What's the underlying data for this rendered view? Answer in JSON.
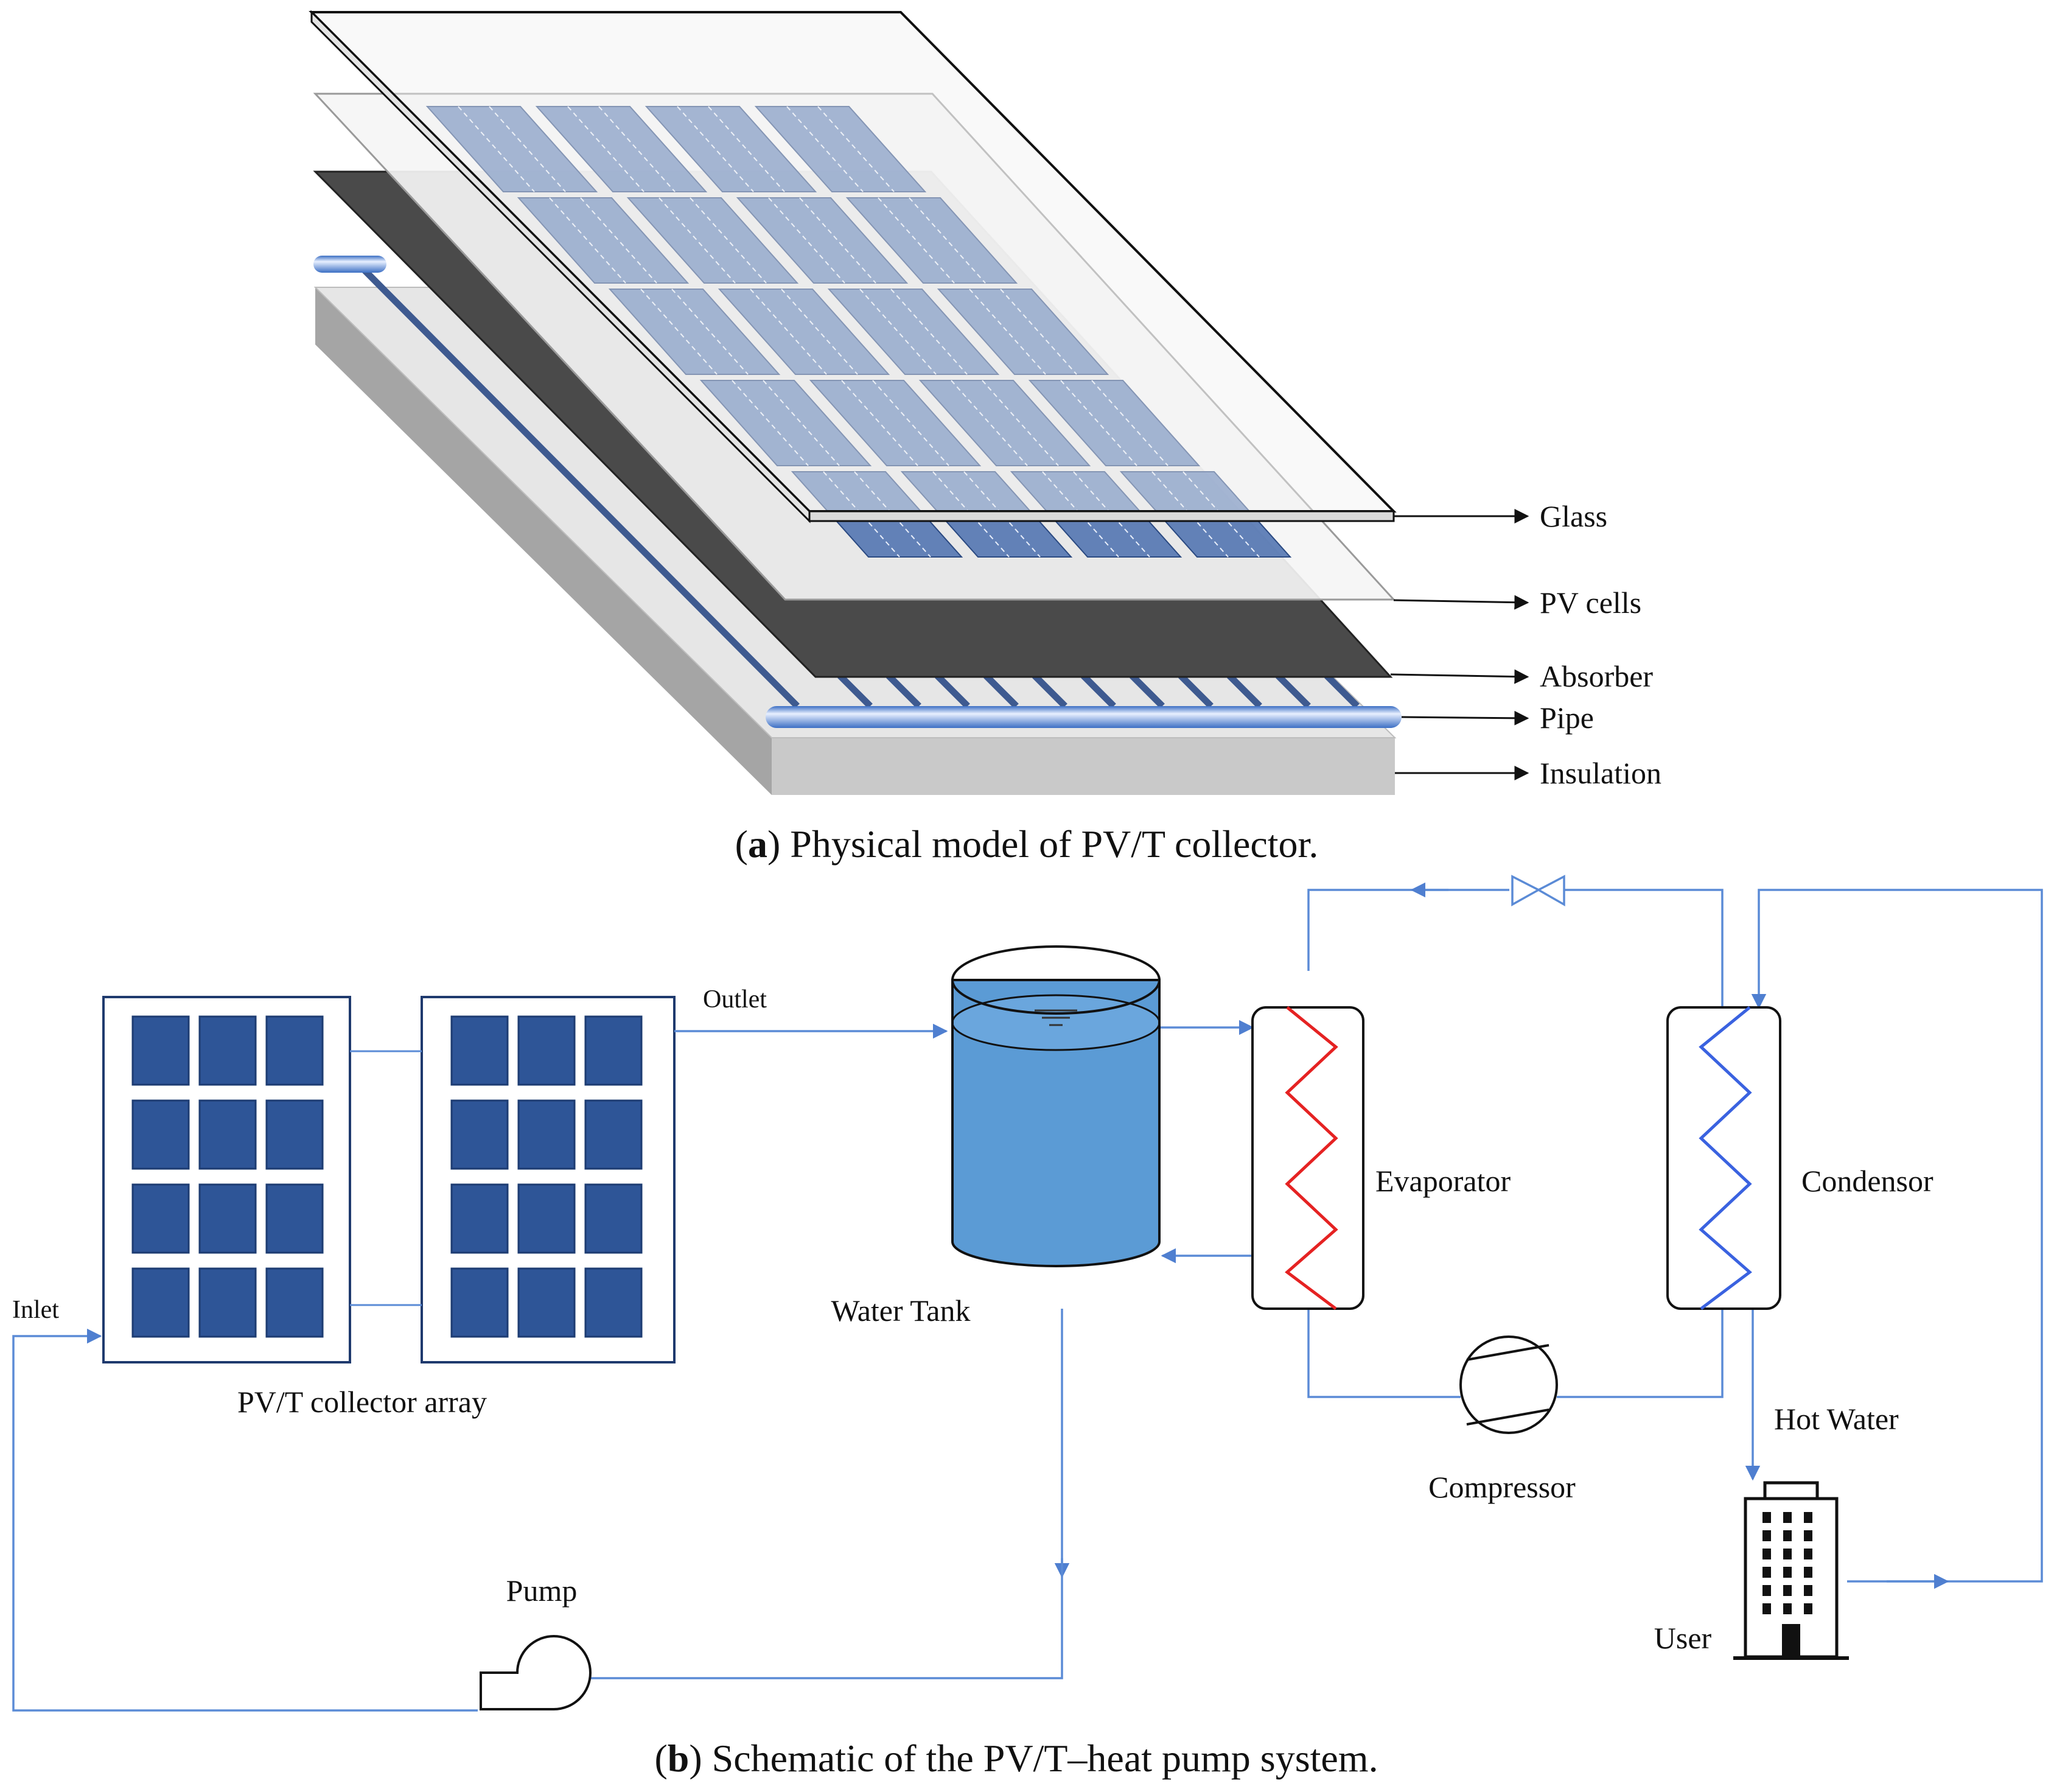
{
  "panel_a": {
    "caption_letter": "a",
    "caption_text": " Physical model of PV/T collector.",
    "layers": {
      "glass": "Glass",
      "pv_cells": "PV cells",
      "absorber": "Absorber",
      "pipe": "Pipe",
      "insulation": "Insulation"
    }
  },
  "panel_b": {
    "caption_letter": "b",
    "caption_text": " Schematic of the PV/T–heat pump system.",
    "labels": {
      "outlet": "Outlet",
      "inlet": "Inlet",
      "collector_array": "PV/T collector array",
      "water_tank": "Water Tank",
      "pump": "Pump",
      "evaporator": "Evaporator",
      "condensor": "Condensor",
      "compressor": "Compressor",
      "hot_water": "Hot Water",
      "user": "User"
    }
  },
  "colors": {
    "pipe_line": "#5b8bd6",
    "cell_blue": "#2e5597",
    "tank_blue": "#5b9bd5",
    "evaporator_coil": "#e52222",
    "condensor_coil": "#3a62e0",
    "absorber": "#4a4a4a",
    "insulation": "#c9c9c9"
  },
  "icons": {
    "valve": "expansion-valve-icon",
    "compressor": "compressor-icon",
    "pump": "pump-icon",
    "building": "building-icon"
  }
}
